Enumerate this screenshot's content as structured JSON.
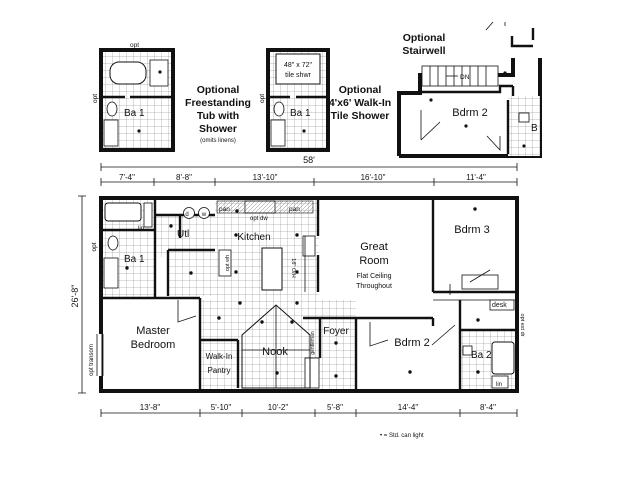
{
  "options": {
    "freestanding_tub": {
      "title": [
        "Optional",
        "Freestanding",
        "Tub with",
        "Shower"
      ],
      "note": "(omits linens)",
      "labels": {
        "opt_top": "opt",
        "opt_side": "opt",
        "bath": "Ba 1"
      }
    },
    "walk_in_shower": {
      "title": [
        "Optional",
        "4'x6' Walk-In",
        "Tile Shower"
      ],
      "labels": {
        "shower_size": "48\" x 72\"",
        "shower_type": "tile shwr",
        "opt_side": "opt",
        "bath": "Ba 1"
      }
    },
    "stairwell": {
      "title": [
        "Optional",
        "Stairwell"
      ],
      "labels": {
        "stair_dir": "DN",
        "bedroom": "Bdrm 2",
        "bath": "B"
      }
    }
  },
  "overall_width": "58'",
  "overall_depth": "26'-8\"",
  "top_dimensions": [
    "7'-4\"",
    "8'-8\"",
    "13'-10\"",
    "16'-10\"",
    "11'-4\""
  ],
  "bottom_dimensions": [
    "13'-8\"",
    "5'-10\"",
    "10'-2\"",
    "5'-8\"",
    "14'-4\"",
    "8'-4\""
  ],
  "rooms": {
    "kitchen": "Kitchen",
    "great_room": [
      "Great",
      "Room"
    ],
    "great_room_note": [
      "Flat Ceiling",
      "Throughout"
    ],
    "bdrm3": "Bdrm 3",
    "bdrm2": "Bdrm 2",
    "ba1": "Ba 1",
    "ba2": "Ba 2",
    "utl": "Utl",
    "master": [
      "Master",
      "Bedroom"
    ],
    "walkin": [
      "Walk-In",
      "Pantry"
    ],
    "nook": "Nook",
    "foyer": "Foyer"
  },
  "fixtures": {
    "pan_left": "pan",
    "pan_right": "pan",
    "opt_dw": "opt dw",
    "lin": "lin",
    "lin2": "lin",
    "desk": "desk",
    "opt_transom": "opt transom",
    "opt_left": "opt",
    "island_label": "18\" O/H",
    "opt_wh": "opt wh",
    "opt_ext_dr": "opt ext dr",
    "d_label": "d",
    "w_label": "w",
    "closet_note": "gentleman"
  },
  "legend": "• = Std. can light"
}
